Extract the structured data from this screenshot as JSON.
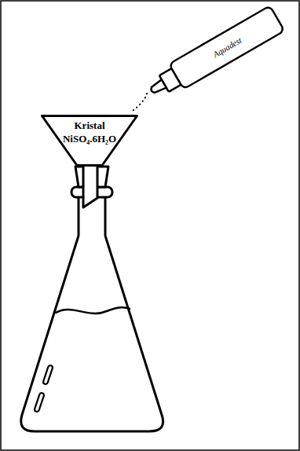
{
  "diagram": {
    "nodes": [
      {
        "text": [
          "Aquadest"
        ]
      },
      {
        "text": [
          "Kristal NiSO₄.6H₂O"
        ]
      }
    ],
    "edges": [
      {
        "from": 0,
        "to": 1,
        "arrow": "none"
      }
    ]
  }
}
